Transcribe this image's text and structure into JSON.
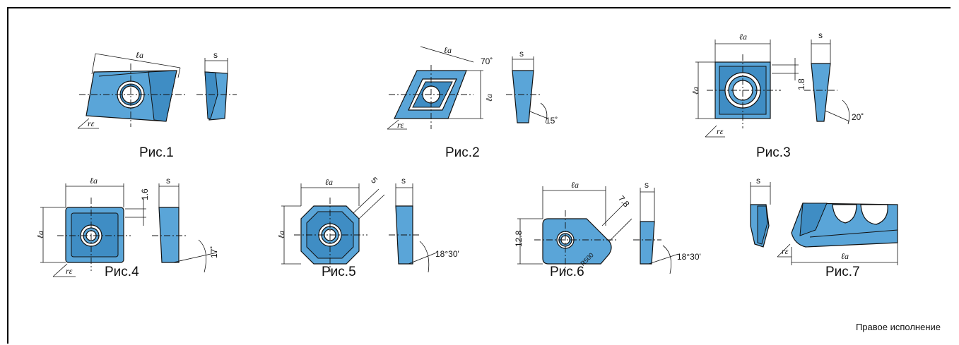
{
  "figures": [
    {
      "caption": "Рис.1",
      "labels": {
        "la": "ℓa",
        "s": "s",
        "re": "rε"
      }
    },
    {
      "caption": "Рис.2",
      "labels": {
        "la": "ℓa",
        "s": "s",
        "re": "rε",
        "angle_top": "70˚",
        "angle_side": "15˚"
      }
    },
    {
      "caption": "Рис.3",
      "labels": {
        "la": "ℓa",
        "s": "s",
        "re": "rε",
        "dim": "1.8",
        "angle_side": "20˚"
      }
    },
    {
      "caption": "Рис.4",
      "labels": {
        "la": "ℓa",
        "s": "s",
        "re": "rε",
        "dim": "1.6",
        "angle_side": "17˚"
      }
    },
    {
      "caption": "Рис.5",
      "labels": {
        "la": "ℓa",
        "s": "s",
        "dim": "5",
        "angle_side": "18°30'"
      }
    },
    {
      "caption": "Рис.6",
      "labels": {
        "la": "ℓa",
        "s": "s",
        "dim_corner": "7.8",
        "height": "12.8",
        "radius": "R500",
        "angle_side": "18°30'"
      }
    },
    {
      "caption": "Рис.7",
      "labels": {
        "la": "ℓa",
        "s": "s",
        "re": "rε"
      }
    }
  ],
  "footer": {
    "note": "Правое исполнение"
  },
  "colors": {
    "insert": "#5aa5d8",
    "insert_dark": "#3f8dc4",
    "line": "#111111"
  }
}
